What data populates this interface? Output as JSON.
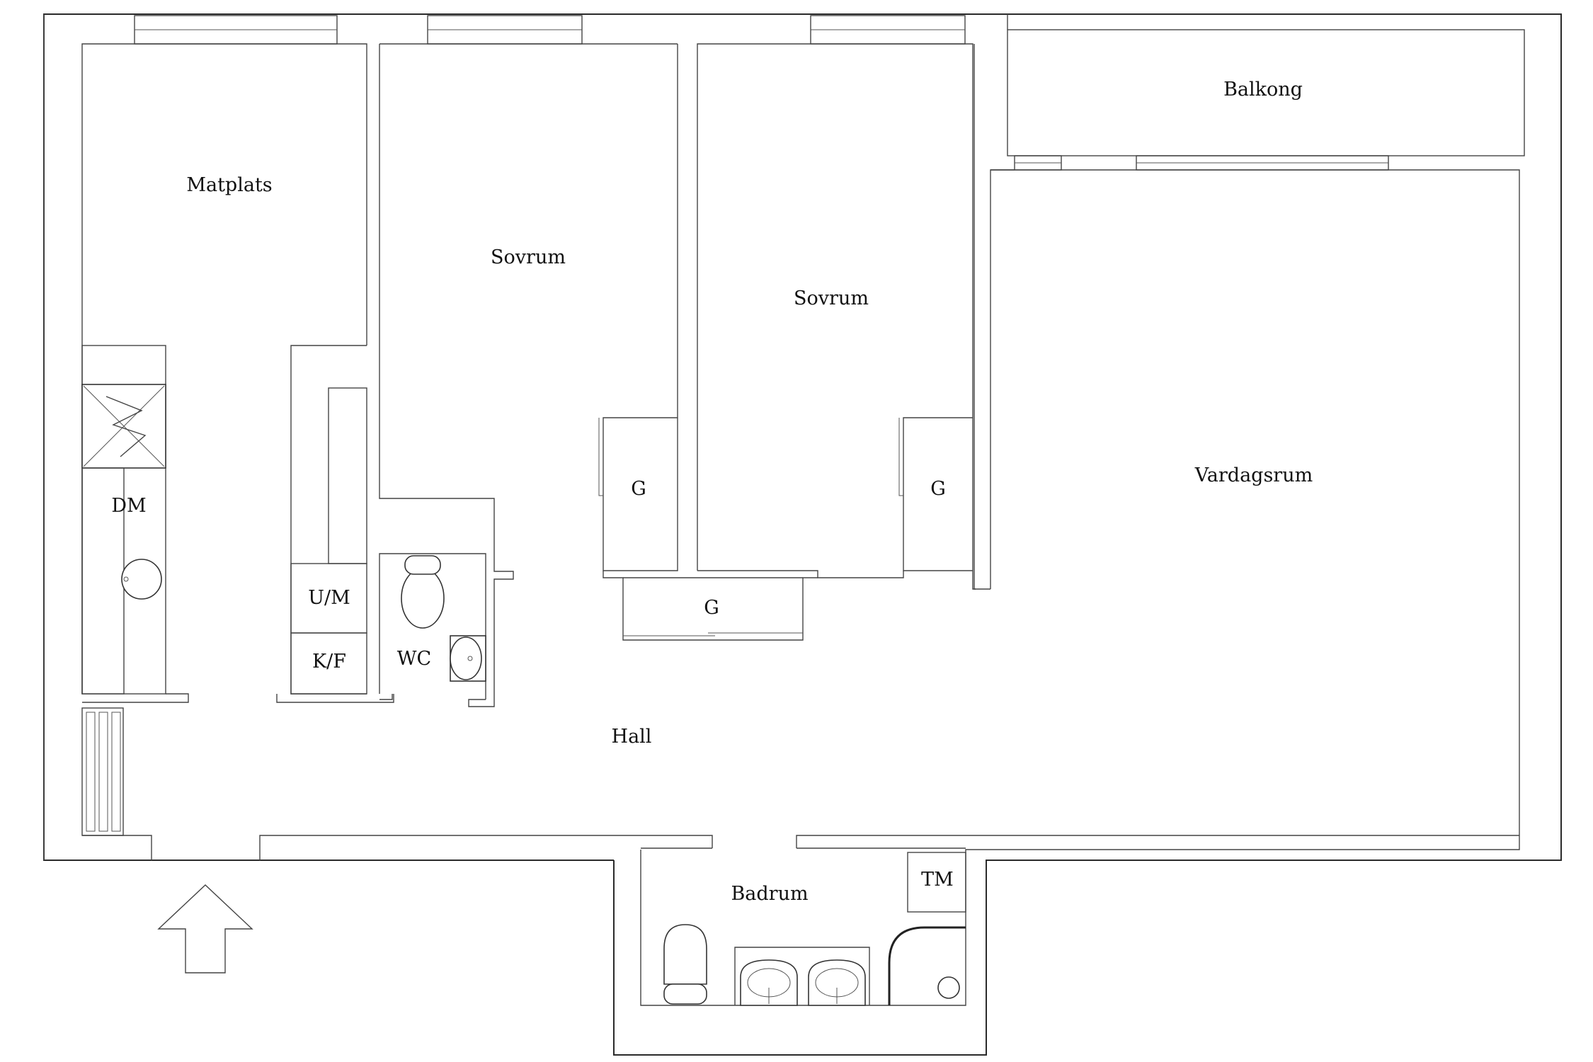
{
  "labels": {
    "matplats": "Matplats",
    "sovrum_1": "Sovrum",
    "sovrum_2": "Sovrum",
    "balkong": "Balkong",
    "vardagsrum": "Vardagsrum",
    "dm": "DM",
    "um": "U/M",
    "kf": "K/F",
    "wc": "WC",
    "g_1": "G",
    "g_2": "G",
    "g_3": "G",
    "hall": "Hall",
    "badrum": "Badrum",
    "tm": "TM"
  },
  "colors": {
    "line": "#2a2a2a",
    "background": "#ffffff",
    "text": "#111111"
  },
  "icons": {
    "entrance": "up-arrow-icon",
    "stove": "stove-icon",
    "radiator": "radiator-icon"
  }
}
